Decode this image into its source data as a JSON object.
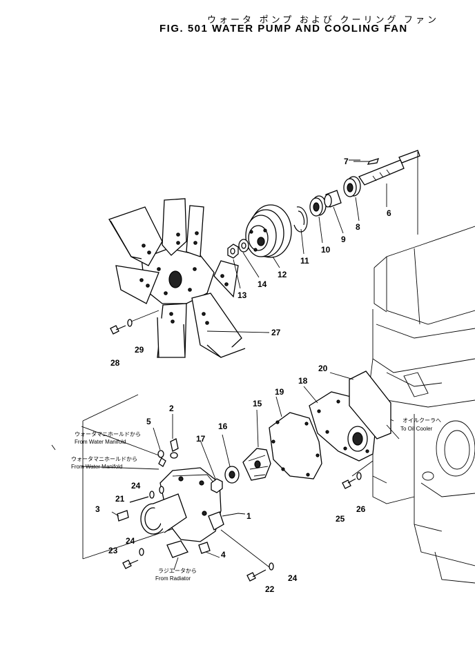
{
  "header": {
    "title_jp": "ウォータ ポンプ および クーリング ファン",
    "title_en": "FIG. 501  WATER PUMP AND COOLING FAN"
  },
  "callouts": [
    {
      "id": "1",
      "label": "1"
    },
    {
      "id": "2",
      "label": "2"
    },
    {
      "id": "3",
      "label": "3"
    },
    {
      "id": "4",
      "label": "4"
    },
    {
      "id": "5",
      "label": "5"
    },
    {
      "id": "6",
      "label": "6"
    },
    {
      "id": "7",
      "label": "7"
    },
    {
      "id": "8",
      "label": "8"
    },
    {
      "id": "9",
      "label": "9"
    },
    {
      "id": "10",
      "label": "10"
    },
    {
      "id": "11",
      "label": "11"
    },
    {
      "id": "12",
      "label": "12"
    },
    {
      "id": "13",
      "label": "13"
    },
    {
      "id": "14",
      "label": "14"
    },
    {
      "id": "15",
      "label": "15"
    },
    {
      "id": "16",
      "label": "16"
    },
    {
      "id": "17",
      "label": "17"
    },
    {
      "id": "18",
      "label": "18"
    },
    {
      "id": "19",
      "label": "19"
    },
    {
      "id": "20",
      "label": "20"
    },
    {
      "id": "21",
      "label": "21"
    },
    {
      "id": "22",
      "label": "22"
    },
    {
      "id": "23",
      "label": "23"
    },
    {
      "id": "24",
      "label": "24"
    },
    {
      "id": "25",
      "label": "25"
    },
    {
      "id": "26",
      "label": "26"
    },
    {
      "id": "27",
      "label": "27"
    },
    {
      "id": "28",
      "label": "28"
    },
    {
      "id": "29",
      "label": "29"
    }
  ],
  "notes": {
    "water_manifold_1_jp": "ウォータマニホールドから",
    "water_manifold_1_en": "From Water Manifold",
    "water_manifold_2_jp": "ウォータマニホールドから",
    "water_manifold_2_en": "From Water Manifold",
    "radiator_jp": "ラジエータから",
    "radiator_en": "From Radiator",
    "oil_cooler_jp": "オイルクーラへ",
    "oil_cooler_en": "To Oil Cooler"
  }
}
